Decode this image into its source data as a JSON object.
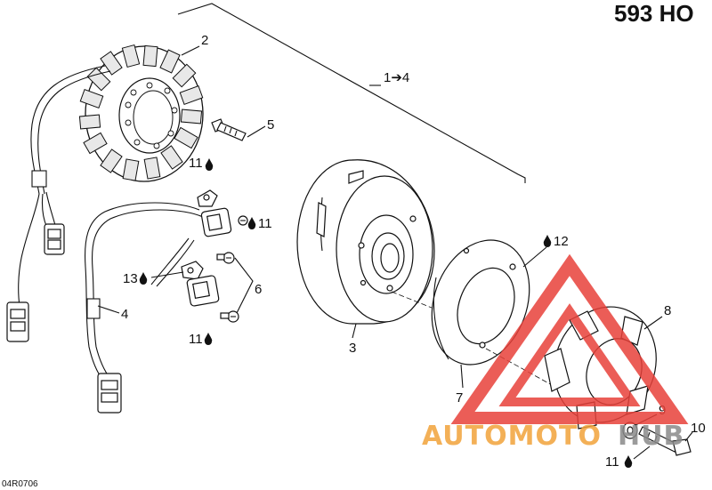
{
  "title": "593 HO",
  "drawing_code": "04R0706",
  "callouts": {
    "c1_4": "1➔4",
    "c2": "2",
    "c3": "3",
    "c4": "4",
    "c5": "5",
    "c6": "6",
    "c7": "7",
    "c8": "8",
    "c9": "9",
    "c10": "10",
    "c11a": "11",
    "c11b": "11",
    "c11c": "11",
    "c11d": "11",
    "c12": "12",
    "c13": "13"
  },
  "watermark": {
    "text_left": "AUTOMOTO",
    "text_right": "HUB",
    "color_orange": "#f2a33a",
    "color_red": "#e8413a",
    "color_gray": "#8a8a8a"
  },
  "icons": [
    "drop-icon"
  ]
}
